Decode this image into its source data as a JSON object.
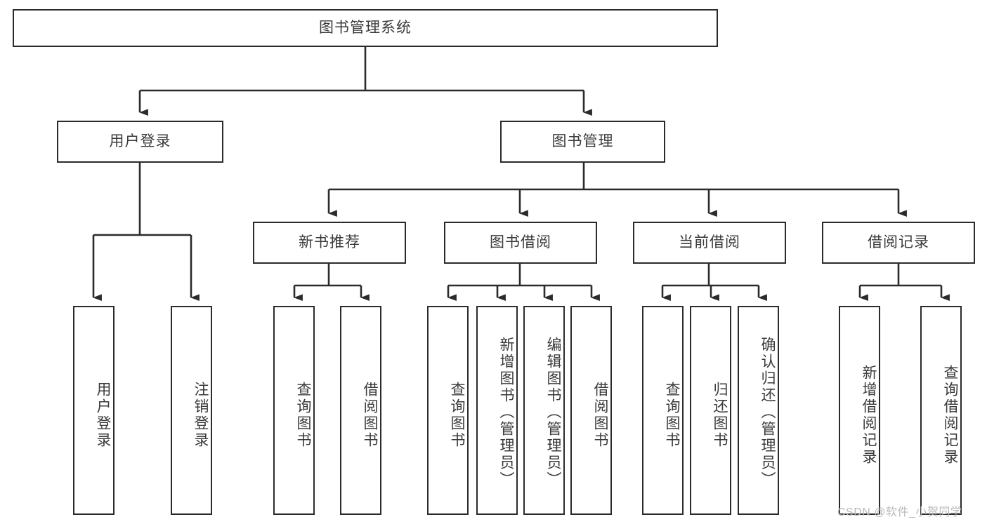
{
  "diagram": {
    "title": "图书管理系统",
    "type": "tree-hierarchy",
    "colors": {
      "border": "#2b2b2b",
      "text": "#3a3a3a",
      "background": "#ffffff",
      "edge": "#2b2b2b",
      "watermark": "#b9b9b9"
    },
    "root": {
      "label": "图书管理系统"
    },
    "level1": [
      {
        "label": "用户登录"
      },
      {
        "label": "图书管理"
      }
    ],
    "level2": [
      {
        "label": "新书推荐"
      },
      {
        "label": "图书借阅"
      },
      {
        "label": "当前借阅"
      },
      {
        "label": "借阅记录"
      }
    ],
    "leaves": {
      "user_login": [
        {
          "label": "用户登录"
        },
        {
          "label": "注销登录"
        }
      ],
      "new_book_recommend": [
        {
          "label": "查询图书"
        },
        {
          "label": "借阅图书"
        }
      ],
      "book_borrow": [
        {
          "label": "查询图书"
        },
        {
          "label": "新增图书（管理员）"
        },
        {
          "label": "编辑图书（管理员）"
        },
        {
          "label": "借阅图书"
        }
      ],
      "current_borrow": [
        {
          "label": "查询图书"
        },
        {
          "label": "归还图书"
        },
        {
          "label": "确认归还（管理员）"
        }
      ],
      "borrow_record": [
        {
          "label": "新增借阅记录"
        },
        {
          "label": "查询借阅记录"
        }
      ]
    },
    "watermark": "CSDN @软件_小贺同学"
  }
}
